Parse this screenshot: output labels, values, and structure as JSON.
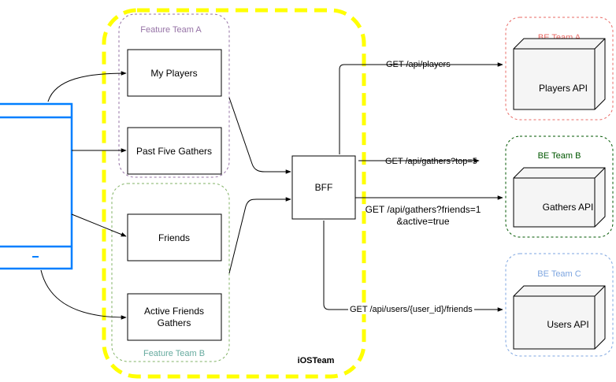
{
  "colors": {
    "ios_team_border": "#ffff00",
    "feature_team_a": "#9673a6",
    "feature_team_b": "#67ab9f",
    "be_team_a": "#ea6b66",
    "be_team_b": "#005700",
    "be_team_c": "#7ea6e0",
    "phone": "#007fff",
    "line": "#000000",
    "cube_fill": "#f5f5f5"
  },
  "teams": {
    "ios": "iOSTeam",
    "feature_a": "Feature Team A",
    "feature_b": "Feature Team B",
    "be_a": "BE Team A",
    "be_b": "BE Team B",
    "be_c": "BE Team C"
  },
  "screens": {
    "my_players": "My Players",
    "past_five_gathers": "Past Five Gathers",
    "friends": "Friends",
    "active_friends_gathers_line1": "Active Friends",
    "active_friends_gathers_line2": "Gathers"
  },
  "bff": "BFF",
  "apis": {
    "players": "Players API",
    "gathers": "Gathers API",
    "users": "Users API"
  },
  "requests": {
    "players": "GET /api/players",
    "gathers_top": "GET /api/gathers?top=5",
    "gathers_friends_line1": "GET /api/gathers?friends=1",
    "gathers_friends_line2": "&active=true",
    "users_friends": "GET /api/users/{user_id}/friends"
  }
}
